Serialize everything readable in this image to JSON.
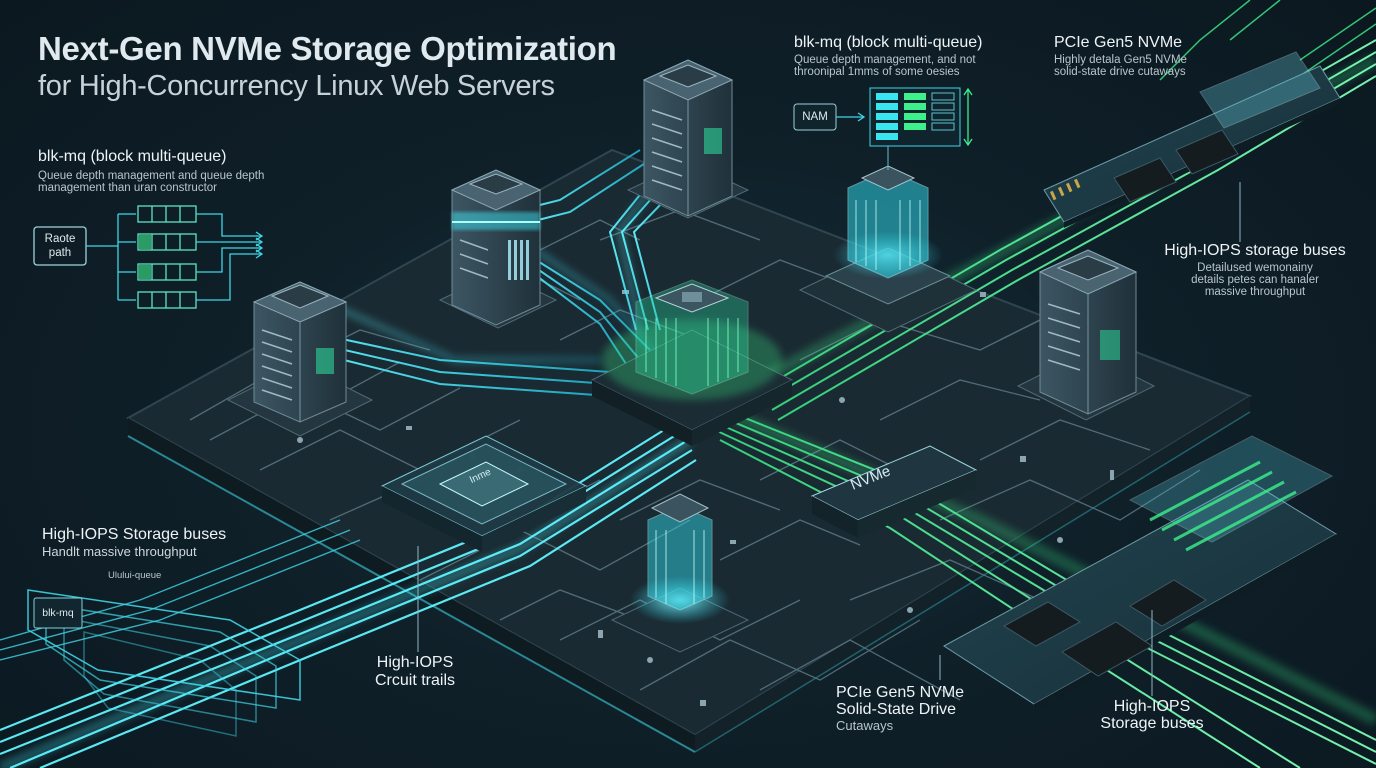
{
  "title": {
    "line1": "Next-Gen NVMe Storage Optimization",
    "line2": "for High-Concurrency Linux Web Servers"
  },
  "left_top": {
    "heading": "blk-mq (block multi-queue)",
    "desc1": "Queue depth management and queue depth",
    "desc2": "management than uran constructor",
    "path_label1": "Raote",
    "path_label2": "path"
  },
  "top_center": {
    "heading": "blk-mq (block multi-queue)",
    "desc1": "Queue depth management, and not",
    "desc2": "throonipal 1mms of some oesies",
    "nam_label": "NAM"
  },
  "top_right": {
    "heading": "PCIe Gen5 NVMe",
    "desc1": "Highly detala Gen5 NVMe",
    "desc2": "solid-state drive cutaways"
  },
  "right_mid": {
    "heading": "High-IOPS storage buses",
    "desc1": "Detailused wemonainy",
    "desc2": "details petes can hanaler",
    "desc3": "massive throughput"
  },
  "left_bottom": {
    "heading": "High-IOPS Storage buses",
    "desc": "Handlt massive throughput",
    "tag": "Ulului-queue",
    "blk_label": "blk-mq"
  },
  "center_bottom": {
    "line1": "High-IOPS",
    "line2": "Crcuit trails"
  },
  "chip_labels": {
    "nvme_front": "NVMe",
    "chip_small": "Inme"
  },
  "bottom_right": {
    "drive_line1": "PCIe Gen5 NVMe",
    "drive_line2": "Solid-State Drive",
    "drive_line3": "Cutaways",
    "bus_line1": "High-IOPS",
    "bus_line2": "Storage buses"
  },
  "colors": {
    "background": "#0f2029",
    "cyan_glow": "#3fe0ee",
    "green_glow": "#3df08c",
    "board": "#1b2b33",
    "trace": "#5b7884"
  }
}
